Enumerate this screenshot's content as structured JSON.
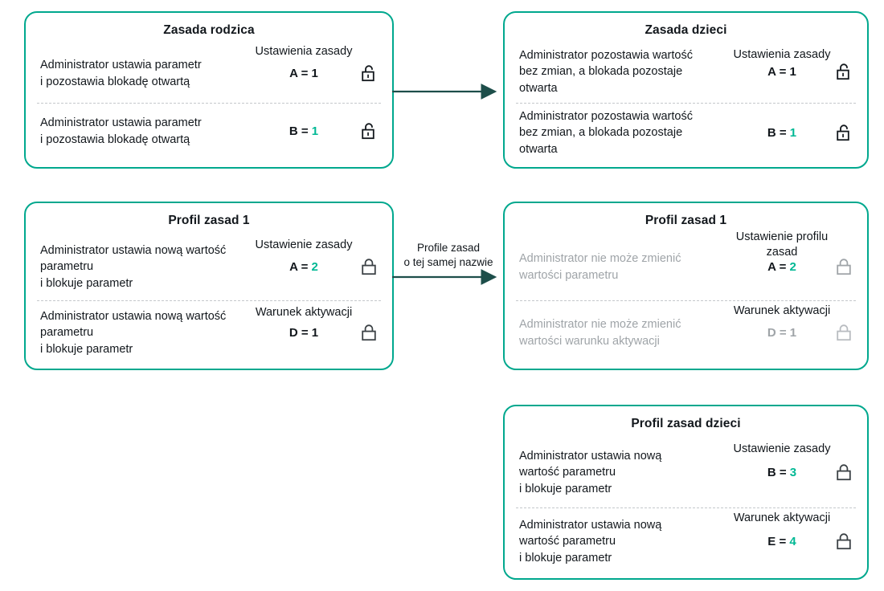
{
  "theme": {
    "card_border": "#00a88e",
    "accent_value": "#00b894",
    "arrow": "#1d4e4a",
    "text": "#12171c",
    "muted_text": "#9fa4a8",
    "divider": "#c4c8cb",
    "lock_dark": "#12171c",
    "lock_muted": "#9fa4a8"
  },
  "cards": {
    "parent_policy": {
      "title": "Zasada rodzica",
      "rows": [
        {
          "column_header": "Ustawienia zasady",
          "description": "Administrator ustawia parametr\ni pozostawia blokadę otwartą",
          "value_key": "A",
          "value_sep": "=",
          "value_number": "1",
          "value_accent": false,
          "lock": "unlock-icon",
          "lock_state": "open",
          "muted": false
        },
        {
          "column_header": "",
          "description": "Administrator ustawia parametr\ni pozostawia blokadę otwartą",
          "value_key": "B",
          "value_sep": "=",
          "value_number": "1",
          "value_accent": true,
          "lock": "unlock-icon",
          "lock_state": "open",
          "muted": false
        }
      ]
    },
    "child_policy": {
      "title": "Zasada dzieci",
      "rows": [
        {
          "column_header": "Ustawienia zasady",
          "description": "Administrator pozostawia wartość\nbez zmian, a blokada pozostaje\notwarta",
          "value_key": "A",
          "value_sep": "=",
          "value_number": "1",
          "value_accent": false,
          "lock": "unlock-icon",
          "lock_state": "open",
          "muted": false
        },
        {
          "column_header": "",
          "description": "Administrator pozostawia wartość\nbez zmian, a blokada pozostaje\notwarta",
          "value_key": "B",
          "value_sep": "=",
          "value_number": "1",
          "value_accent": true,
          "lock": "unlock-icon",
          "lock_state": "open",
          "muted": false
        }
      ]
    },
    "policy_profile_left": {
      "title": "Profil zasad 1",
      "rows": [
        {
          "column_header": "Ustawienie zasady",
          "description": "Administrator ustawia nową wartość\nparametru\n i blokuje parametr",
          "value_key": "A",
          "value_sep": "=",
          "value_number": "2",
          "value_accent": true,
          "lock": "lock-icon",
          "lock_state": "closed",
          "muted": false
        },
        {
          "column_header": "Warunek aktywacji",
          "description": "Administrator ustawia nową wartość\nparametru\n i blokuje parametr",
          "value_key": "D",
          "value_sep": "=",
          "value_number": "1",
          "value_accent": false,
          "lock": "lock-icon",
          "lock_state": "closed",
          "muted": false
        }
      ]
    },
    "policy_profile_right": {
      "title": "Profil zasad 1",
      "rows": [
        {
          "column_header": "Ustawienie profilu\nzasad",
          "description": "Administrator nie może zmienić\nwartości parametru",
          "value_key": "A",
          "value_sep": "=",
          "value_number": "2",
          "value_accent": true,
          "lock": "lock-icon",
          "lock_state": "closed",
          "muted": true
        },
        {
          "column_header": "Warunek aktywacji",
          "description": "Administrator nie może zmienić\nwartości warunku aktywacji",
          "value_key": "D",
          "value_sep": "=",
          "value_number": "1",
          "value_accent": false,
          "lock": "lock-icon",
          "lock_state": "closed",
          "muted": true
        }
      ]
    },
    "child_policy_profile": {
      "title": "Profil zasad dzieci",
      "rows": [
        {
          "column_header": "Ustawienie zasady",
          "description": "Administrator ustawia nową\nwartość parametru\n i blokuje parametr",
          "value_key": "B",
          "value_sep": "=",
          "value_number": "3",
          "value_accent": true,
          "lock": "lock-icon",
          "lock_state": "closed",
          "muted": false
        },
        {
          "column_header": "Warunek aktywacji",
          "description": "Administrator ustawia nową\nwartość parametru\n i blokuje parametr",
          "value_key": "E",
          "value_sep": "=",
          "value_number": "4",
          "value_accent": true,
          "lock": "lock-icon",
          "lock_state": "closed",
          "muted": false
        }
      ]
    }
  },
  "arrows": {
    "top": {
      "label": ""
    },
    "middle": {
      "label": "Profile zasad\no tej samej nazwie"
    }
  }
}
